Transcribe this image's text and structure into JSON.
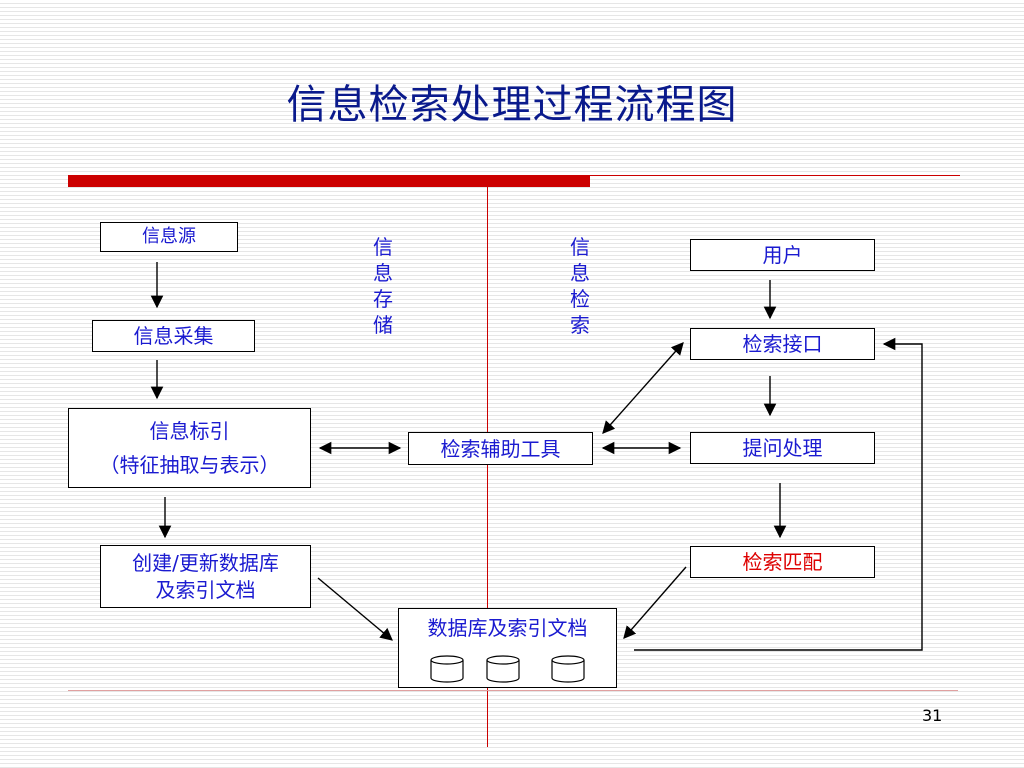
{
  "slide": {
    "title": "信息检索处理过程流程图",
    "page_number": "31"
  },
  "columns": {
    "storage_label": "信息存储",
    "retrieval_label": "信息检索"
  },
  "nodes": {
    "info_source": "信息源",
    "info_collect": "信息采集",
    "info_index_line1": "信息标引",
    "info_index_line2": "（特征抽取与表示）",
    "create_db_line1": "创建/更新数据库",
    "create_db_line2": "及索引文档",
    "aux_tools": "检索辅助工具",
    "database": "数据库及索引文档",
    "user": "用户",
    "search_interface": "检索接口",
    "query_processing": "提问处理",
    "search_match": "检索匹配"
  },
  "colors": {
    "title": "#0a1a8c",
    "node_text": "#1a1ad0",
    "highlight_text": "#dd0000",
    "accent_bar": "#cc0000"
  }
}
